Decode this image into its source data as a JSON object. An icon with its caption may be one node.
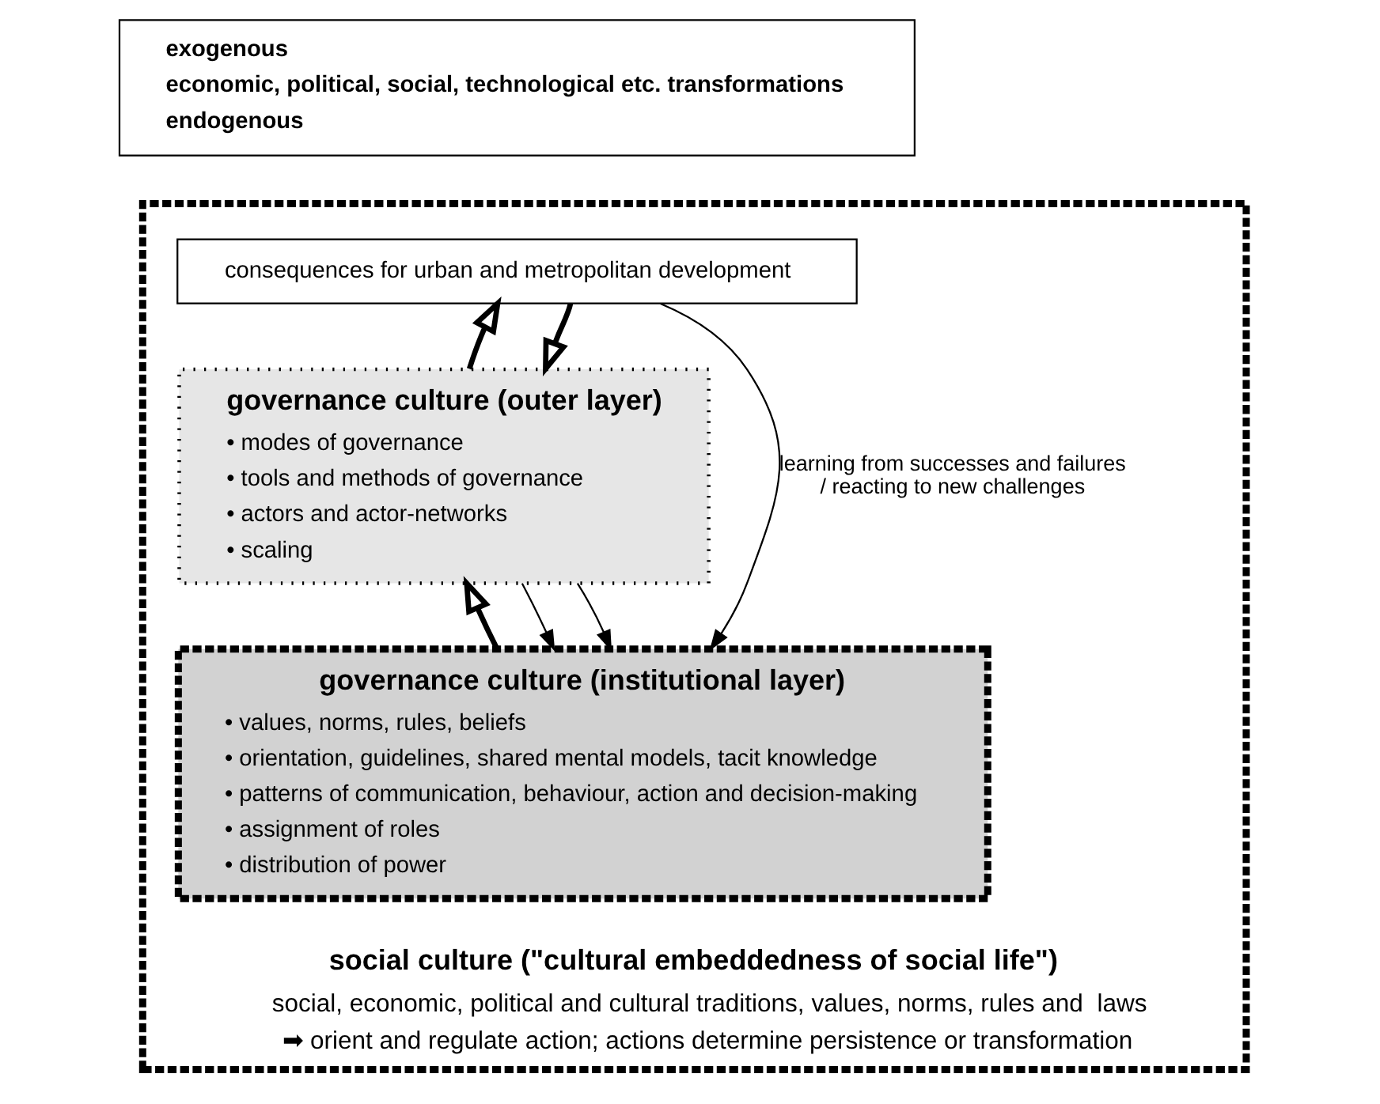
{
  "diagram": {
    "nodes": [
      {
        "text": [
          "social culture (\"cultural embeddedness of social life\")",
          "social, economic, political and cultural traditions, values, norms, rules and  laws",
          "➡ orient and regulate action; actions determine persistence or transformation"
        ]
      },
      {
        "text": [
          "exogenous",
          "economic, political, social, technological etc. transformations",
          "endogenous"
        ]
      },
      {
        "text": [
          "consequences for urban and metropolitan development"
        ],
        "in": 0
      },
      {
        "text": [
          "governance culture (outer layer)",
          "• modes of governance",
          "• tools and methods of governance",
          "• actors and actor-networks",
          "• scaling"
        ],
        "in": 0
      },
      {
        "text": [
          "governance culture (institutional layer)",
          "• values, norms, rules, beliefs",
          "• orientation, guidelines, shared mental models, tacit knowledge",
          "• patterns of communication, behaviour, action and decision-making",
          "• assignment of roles",
          "• distribution of power"
        ],
        "in": 0
      }
    ],
    "edges": [
      {
        "from": 3,
        "to": 2,
        "arrow": "to",
        "style": "thick"
      },
      {
        "from": 2,
        "to": 3,
        "arrow": "to",
        "style": "thick"
      },
      {
        "from": 2,
        "to": 4,
        "arrow": "to",
        "label": "learning from successes and failures / reacting to new challenges"
      },
      {
        "from": 4,
        "to": 3,
        "arrow": "to",
        "style": "thick"
      },
      {
        "from": 3,
        "to": 4,
        "arrow": "to"
      },
      {
        "from": 3,
        "to": 4,
        "arrow": "to"
      }
    ]
  }
}
